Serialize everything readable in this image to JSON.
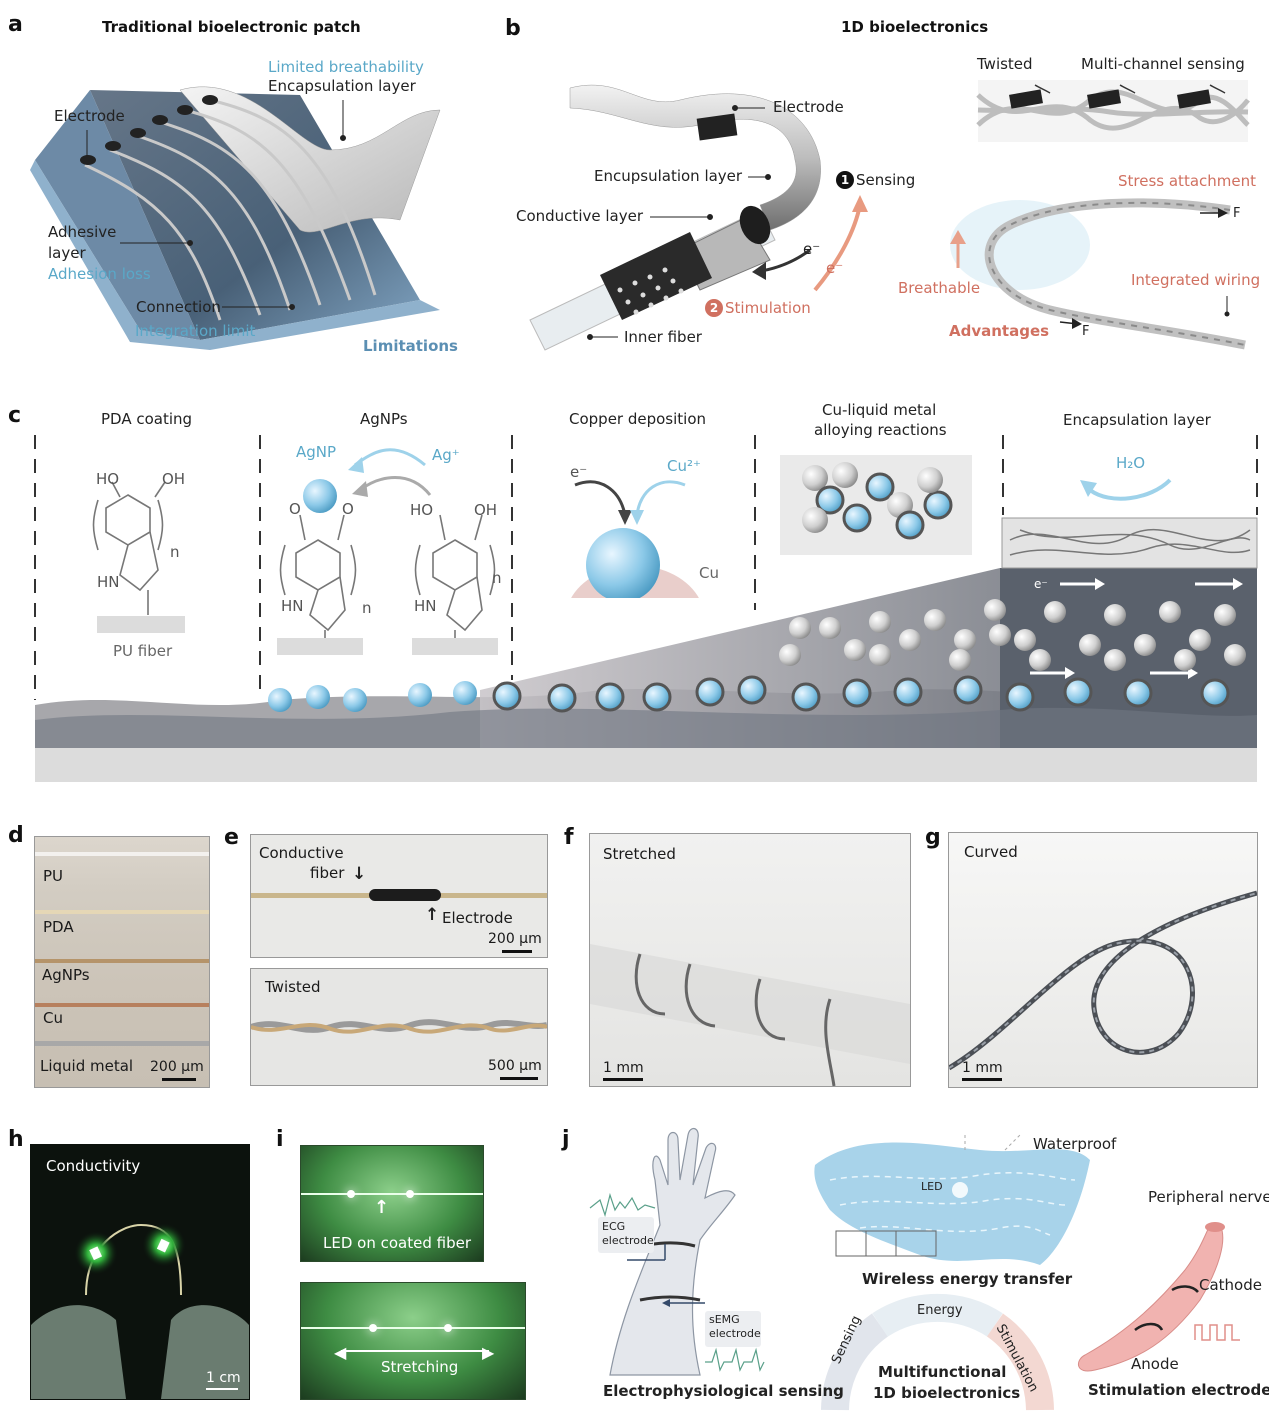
{
  "panels": {
    "a": {
      "letter": "a",
      "title": "Traditional bioelectronic patch",
      "labels": {
        "limited": "Limited breathability",
        "encap": "Encapsulation layer",
        "electrode": "Electrode",
        "adhesive1": "Adhesive",
        "adhesive2": "layer",
        "adhesion_loss": "Adhesion loss",
        "connection": "Connection",
        "integration": "Integration limit",
        "limitations": "Limitations"
      }
    },
    "b": {
      "letter": "b",
      "title": "1D bioelectronics",
      "labels": {
        "electrode": "Electrode",
        "encup": "Encupsulation layer",
        "conductive": "Conductive layer",
        "sensing_num": "1",
        "sensing": "Sensing",
        "stim_num": "2",
        "stimulation": "Stimulation",
        "inner": "Inner fiber",
        "e1": "e⁻",
        "e2": "e⁻",
        "twisted": "Twisted",
        "multi": "Multi-channel sensing",
        "stress": "Stress attachment",
        "breathable": "Breathable",
        "integrated": "Integrated wiring",
        "advantages": "Advantages",
        "f1": "F",
        "f2": "F"
      }
    },
    "c": {
      "letter": "c",
      "steps": [
        "PDA coating",
        "AgNPs",
        "Copper deposition",
        "Cu-liquid metal",
        "alloying reactions",
        "Encapsulation layer"
      ],
      "labels": {
        "ho": "HO",
        "oh": "OH",
        "n": "n",
        "hn": "HN",
        "o": "O",
        "pu": "PU fiber",
        "agnp": "AgNP",
        "agplus": "Ag⁺",
        "e": "e⁻",
        "cu2": "Cu²⁺",
        "cu": "Cu",
        "h2o": "H₂O",
        "e_flow": "e⁻"
      }
    },
    "d": {
      "letter": "d",
      "layers": [
        "PU",
        "PDA",
        "AgNPs",
        "Cu",
        "Liquid metal"
      ],
      "scale": "200 μm"
    },
    "e": {
      "letter": "e",
      "conductive1": "Conductive",
      "conductive2": "fiber",
      "electrode": "Electrode",
      "scale1": "200 μm",
      "twisted": "Twisted",
      "scale2": "500 μm"
    },
    "f": {
      "letter": "f",
      "label": "Stretched",
      "scale": "1 mm"
    },
    "g": {
      "letter": "g",
      "label": "Curved",
      "scale": "1 mm"
    },
    "h": {
      "letter": "h",
      "label": "Conductivity",
      "scale": "1 cm"
    },
    "i": {
      "letter": "i",
      "led": "LED on coated fiber",
      "stretching": "Stretching"
    },
    "j": {
      "letter": "j",
      "ecg1": "ECG",
      "ecg2": "electrode",
      "semg1": "sEMG",
      "semg2": "electrode",
      "electro": "Electrophysiological sensing",
      "waterproof": "Waterproof",
      "led": "LED",
      "wireless": "Wireless energy transfer",
      "energy": "Energy",
      "sensing": "Sensing",
      "stimulation": "Stimulation",
      "multi1": "Multifunctional",
      "multi2": "1D bioelectronics",
      "peripheral": "Peripheral nerve",
      "cathode": "Cathode",
      "anode": "Anode",
      "stim_el": "Stimulation electrodes"
    }
  },
  "colors": {
    "accent_blue": "#5aa8c8",
    "accent_red": "#d07060",
    "limitations_blue": "#5b8fb3",
    "led_green": "#2fae3a"
  }
}
